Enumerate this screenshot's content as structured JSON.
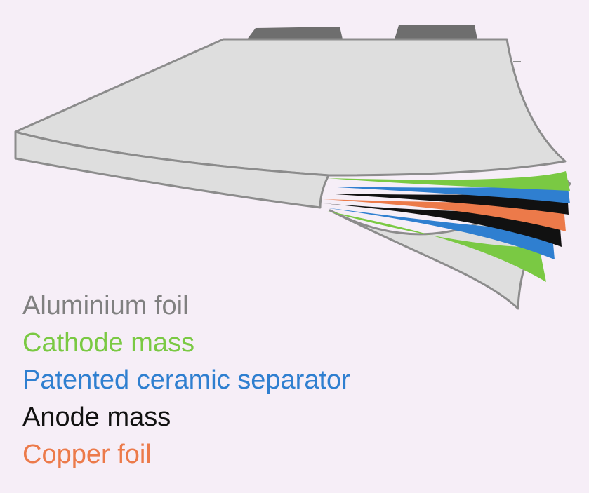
{
  "legend": [
    {
      "label": "Aluminium foil",
      "color": "#808080"
    },
    {
      "label": "Cathode mass",
      "color": "#7ac943"
    },
    {
      "label": "Patented ceramic separator",
      "color": "#2f7fd0"
    },
    {
      "label": "Anode mass",
      "color": "#111111"
    },
    {
      "label": "Copper foil",
      "color": "#ec7a4a"
    }
  ],
  "colors": {
    "background": "#f6eef7",
    "foil_fill": "#dedede",
    "foil_outline": "#8c8c8c",
    "terminal": "#6e6e6e"
  }
}
